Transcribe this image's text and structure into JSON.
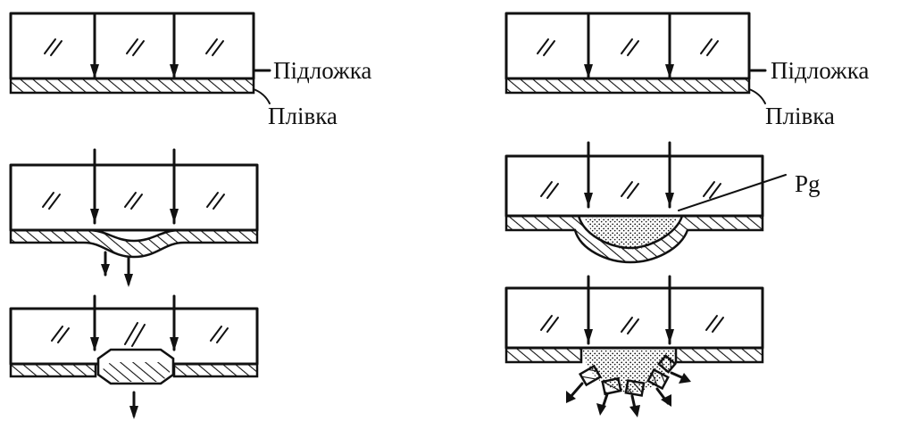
{
  "labels": {
    "substrate": "Підложка",
    "film": "Плівка",
    "pressure": "Pg"
  },
  "glyphs": {
    "glass_mark": "⁄⁄"
  }
}
